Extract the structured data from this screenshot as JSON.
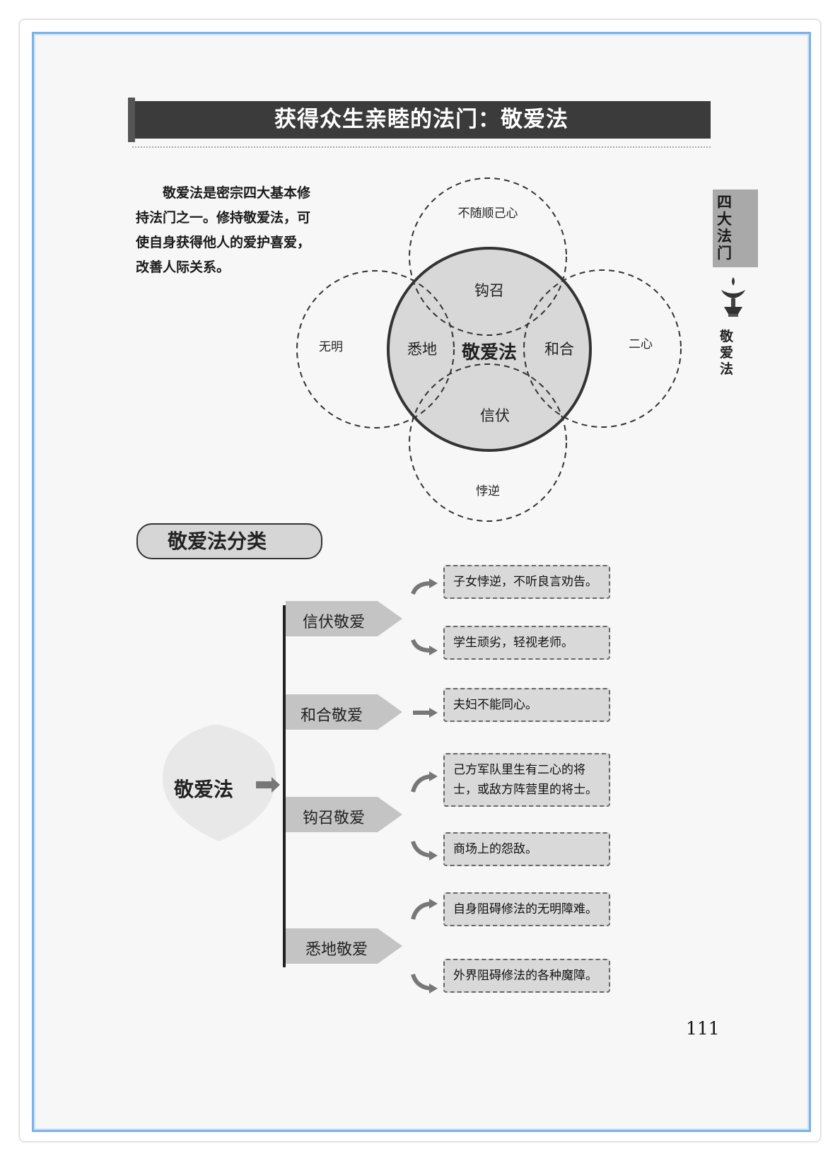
{
  "title": "获得众生亲睦的法门：敬爱法",
  "intro": "敬爱法是密宗四大基本修持法门之一。修持敬爱法，可使自身获得他人的爱护喜爱，改善人际关系。",
  "side_tab": "四大法门",
  "side_title": "敬爱法",
  "diagram": {
    "center": "敬爱法",
    "top_inner": "钩召",
    "left_inner": "悉地",
    "right_inner": "和合",
    "bottom_inner": "信伏",
    "top_outer": "不随顺己心",
    "left_outer": "无明",
    "right_outer": "二心",
    "bottom_outer": "悖逆"
  },
  "section_heading": "敬爱法分类",
  "root": "敬爱法",
  "categories": [
    {
      "label": "信伏敬爱",
      "items": [
        "子女悖逆，不听良言劝告。",
        "学生顽劣，轻视老师。"
      ]
    },
    {
      "label": "和合敬爱",
      "items": [
        "夫妇不能同心。"
      ]
    },
    {
      "label": "钩召敬爱",
      "items": [
        "己方军队里生有二心的将士，或敌方阵营里的将士。",
        "商场上的怨敌。"
      ]
    },
    {
      "label": "悉地敬爱",
      "items": [
        "自身阻碍修法的无明障难。",
        "外界阻碍修法的各种魔障。"
      ]
    }
  ],
  "page_number": "111",
  "colors": {
    "frame": "#7fb2e4",
    "title_bg": "#3b3b3b",
    "box_bg": "#d9d9d9"
  }
}
